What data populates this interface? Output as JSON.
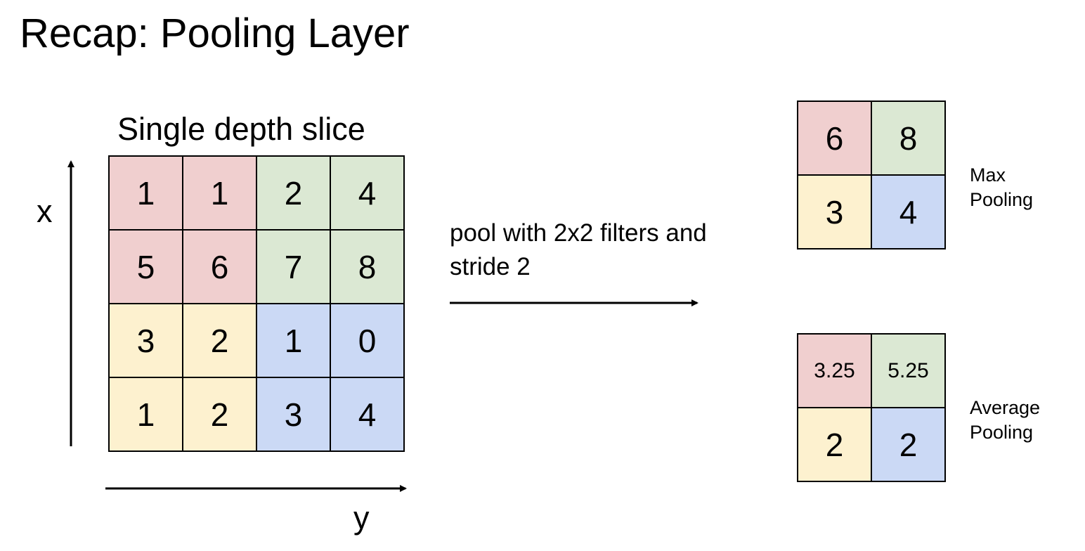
{
  "title": "Recap: Pooling Layer",
  "slice_title": "Single depth slice",
  "axes": {
    "x_label": "x",
    "y_label": "y"
  },
  "operation_text": "pool with 2x2 filters and stride 2",
  "colors": {
    "red": "#f0cfcf",
    "green": "#dbe8d3",
    "yellow": "#fdf1cf",
    "blue": "#cbd9f5"
  },
  "input_grid": {
    "values": [
      [
        "1",
        "1",
        "2",
        "4"
      ],
      [
        "5",
        "6",
        "7",
        "8"
      ],
      [
        "3",
        "2",
        "1",
        "0"
      ],
      [
        "1",
        "2",
        "3",
        "4"
      ]
    ]
  },
  "max_pool": {
    "label": "Max\nPooling",
    "values": [
      [
        "6",
        "8"
      ],
      [
        "3",
        "4"
      ]
    ]
  },
  "avg_pool": {
    "label": "Average\nPooling",
    "values": [
      [
        "3.25",
        "5.25"
      ],
      [
        "2",
        "2"
      ]
    ]
  }
}
